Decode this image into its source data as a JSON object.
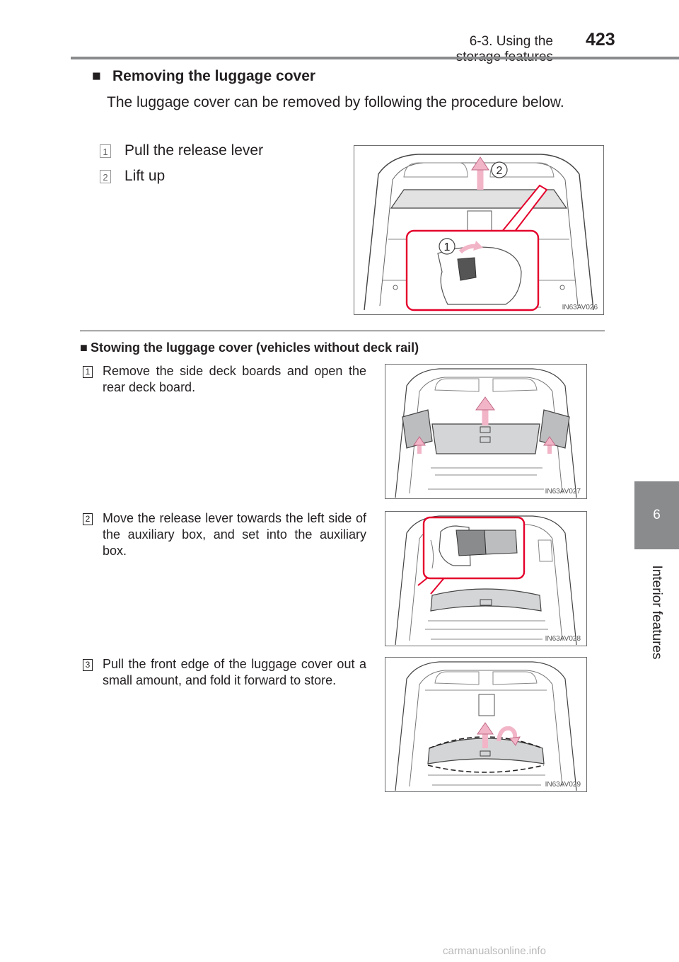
{
  "header": {
    "section": "6-3. Using the storage features",
    "page_number": "423"
  },
  "sidetab": {
    "number": "6",
    "label": "Interior features"
  },
  "removing": {
    "bullet": "■",
    "title": "Removing the luggage cover",
    "intro": "The luggage cover can be removed by following the procedure below.",
    "steps": [
      {
        "num": "1",
        "text": "Pull the release lever"
      },
      {
        "num": "2",
        "text": "Lift up"
      }
    ],
    "figure": {
      "code": "IN63AV026",
      "callouts": [
        "1",
        "2"
      ]
    }
  },
  "stowing": {
    "bullet": "■",
    "title": "Stowing the luggage cover (vehicles without deck rail)",
    "steps": [
      {
        "num": "1",
        "text": "Remove the side deck boards and open the rear deck board.",
        "figure_code": "IN63AV027"
      },
      {
        "num": "2",
        "text": "Move the release lever towards the left side of the auxiliary box, and set into the auxiliary box.",
        "figure_code": "IN63AV028"
      },
      {
        "num": "3",
        "text": "Pull the front edge of the luggage cover out a small amount, and fold it forward to store.",
        "figure_code": "IN63AV029"
      }
    ]
  },
  "colors": {
    "accent_arrow": "#f2b5c8",
    "callout_border": "#e4002b",
    "rule_gray": "#8a8b8d"
  },
  "watermark": "carmanualsonline.info"
}
